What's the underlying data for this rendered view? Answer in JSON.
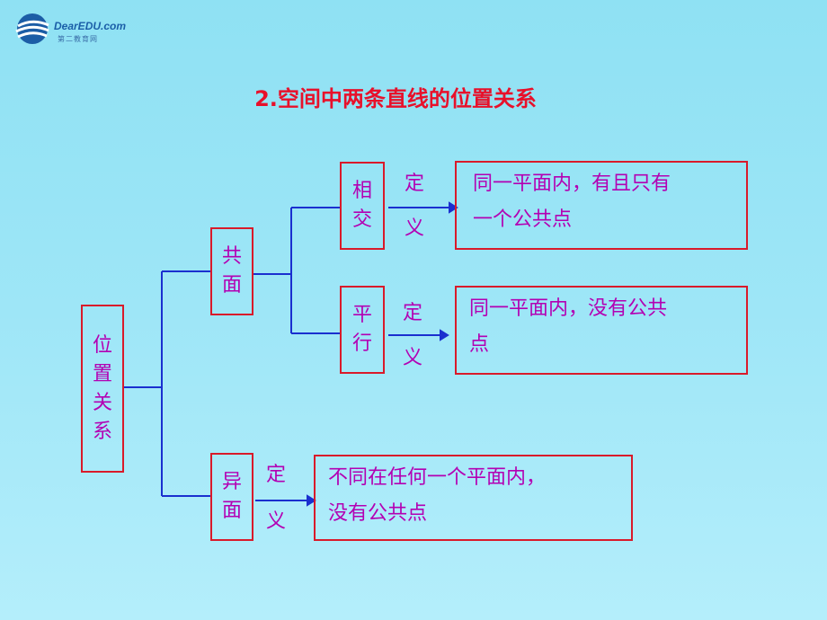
{
  "logo": {
    "brand": "DearEDU.com",
    "sub": "第二教育网"
  },
  "title": "2.空间中两条直线的位置关系",
  "root": {
    "chars": [
      "位",
      "置",
      "关",
      "系"
    ]
  },
  "coplanar": {
    "chars": [
      "共",
      "面"
    ]
  },
  "skew": {
    "chars": [
      "异",
      "面"
    ]
  },
  "intersect": {
    "chars": [
      "相",
      "交"
    ]
  },
  "parallel": {
    "chars": [
      "平",
      "行"
    ]
  },
  "definition": {
    "top": "定",
    "bottom": "义"
  },
  "intersect_def": {
    "line1": "同一平面内，有且只有",
    "line2": "一个公共点"
  },
  "parallel_def": {
    "line1": "同一平面内，没有公共",
    "line2": "点"
  },
  "skew_def": {
    "line1": "不同在任何一个平面内，",
    "line2": "没有公共点"
  },
  "colors": {
    "title": "#e8102a",
    "text": "#b300b3",
    "box": "#d91a2a",
    "line": "#1a2fcf"
  }
}
